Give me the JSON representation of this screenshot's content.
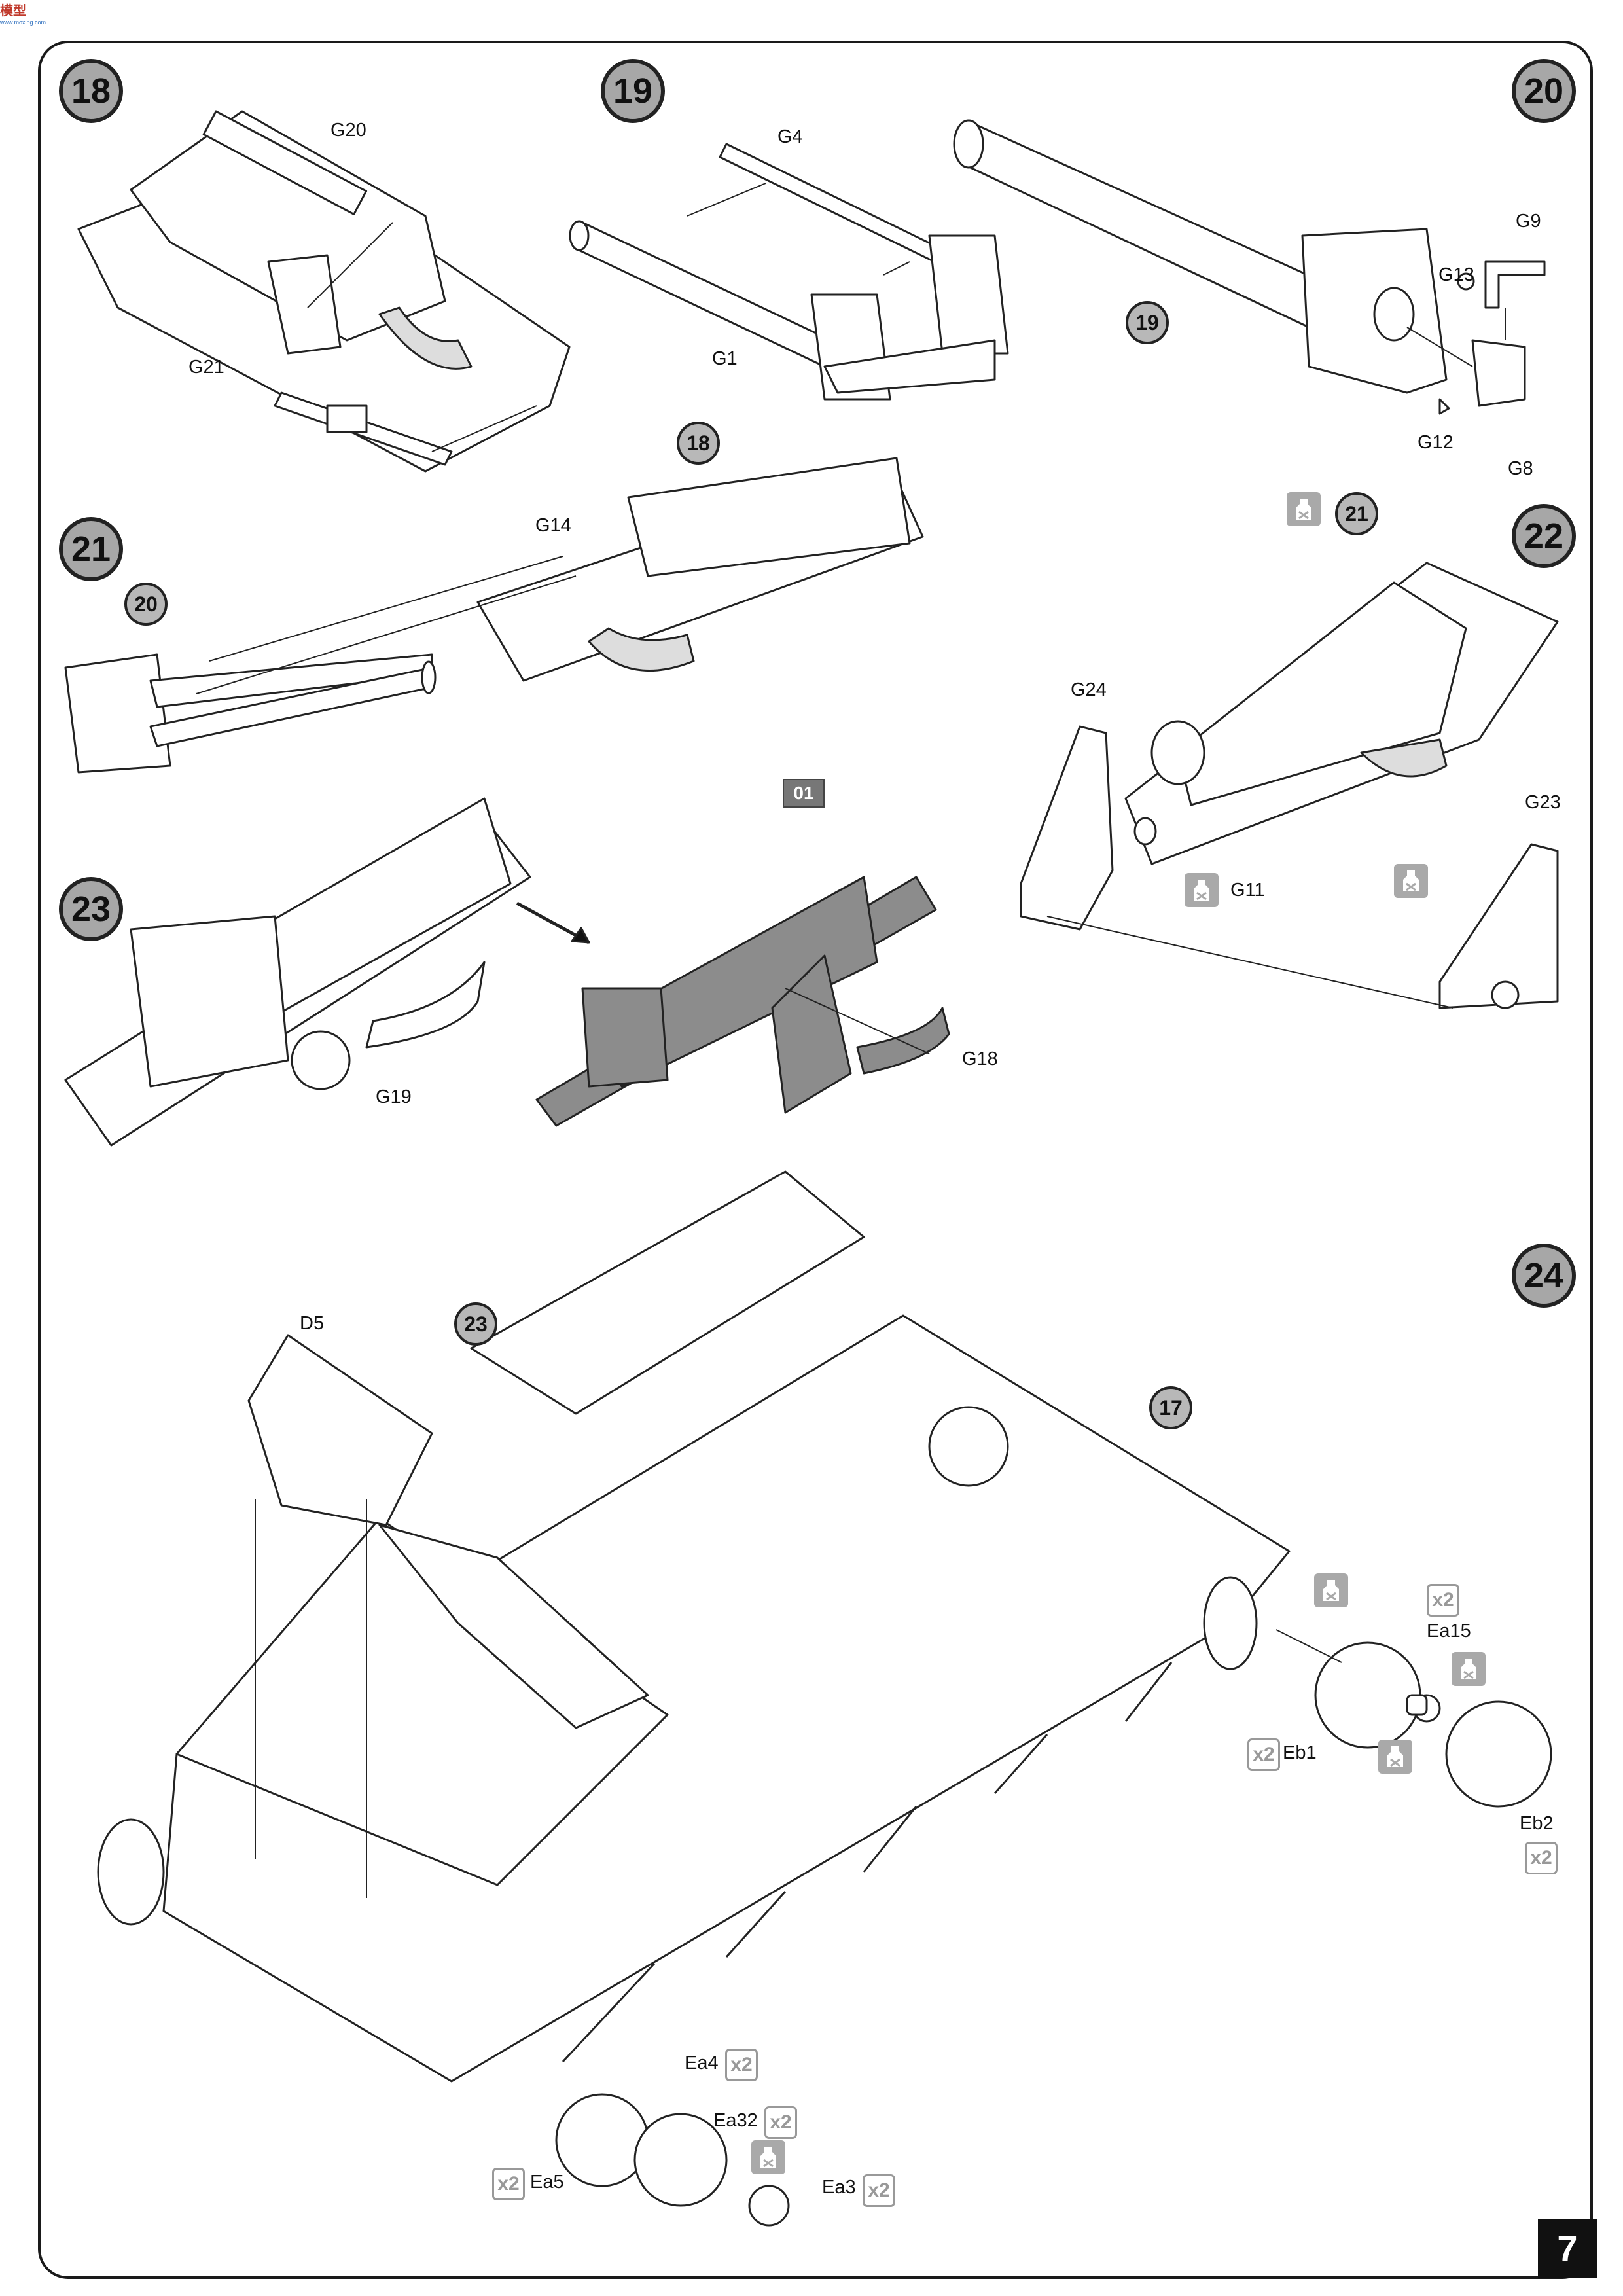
{
  "brand": {
    "logo_text": "模型",
    "logo_sub": "www.moxing.com"
  },
  "page_number": "7",
  "steps": {
    "s18": "18",
    "s19": "19",
    "s20": "20",
    "s21": "21",
    "s22": "22",
    "s23": "23",
    "s24": "24"
  },
  "refs": {
    "r19_in_20": "19",
    "r18_in_21": "18",
    "r20_in_21": "20",
    "r21_in_22": "21",
    "r23_in_24": "23",
    "r17_in_24": "17"
  },
  "paint_code": "01",
  "parts": {
    "g20": "G20",
    "g21": "G21",
    "g4": "G4",
    "g1": "G1",
    "g9": "G9",
    "g13": "G13",
    "g12": "G12",
    "g8": "G8",
    "g14": "G14",
    "g24": "G24",
    "g11": "G11",
    "g23": "G23",
    "g19": "G19",
    "g18": "G18",
    "d5": "D5",
    "ea15": "Ea15",
    "eb1": "Eb1",
    "eb2": "Eb2",
    "ea4": "Ea4",
    "ea32": "Ea32",
    "ea3": "Ea3",
    "ea5": "Ea5"
  },
  "multipliers": {
    "x2": "x2"
  },
  "icons": {
    "step_badge": "step-number-circle",
    "glue": "glue-bottle-icon",
    "qty": "quantity-x2-badge"
  },
  "colors": {
    "frame": "#1a1a1a",
    "badge_fill": "#a7a7a7",
    "paint_box": "#777777",
    "glue_icon": "#a9a9a9",
    "qty_badge": "#999999"
  }
}
